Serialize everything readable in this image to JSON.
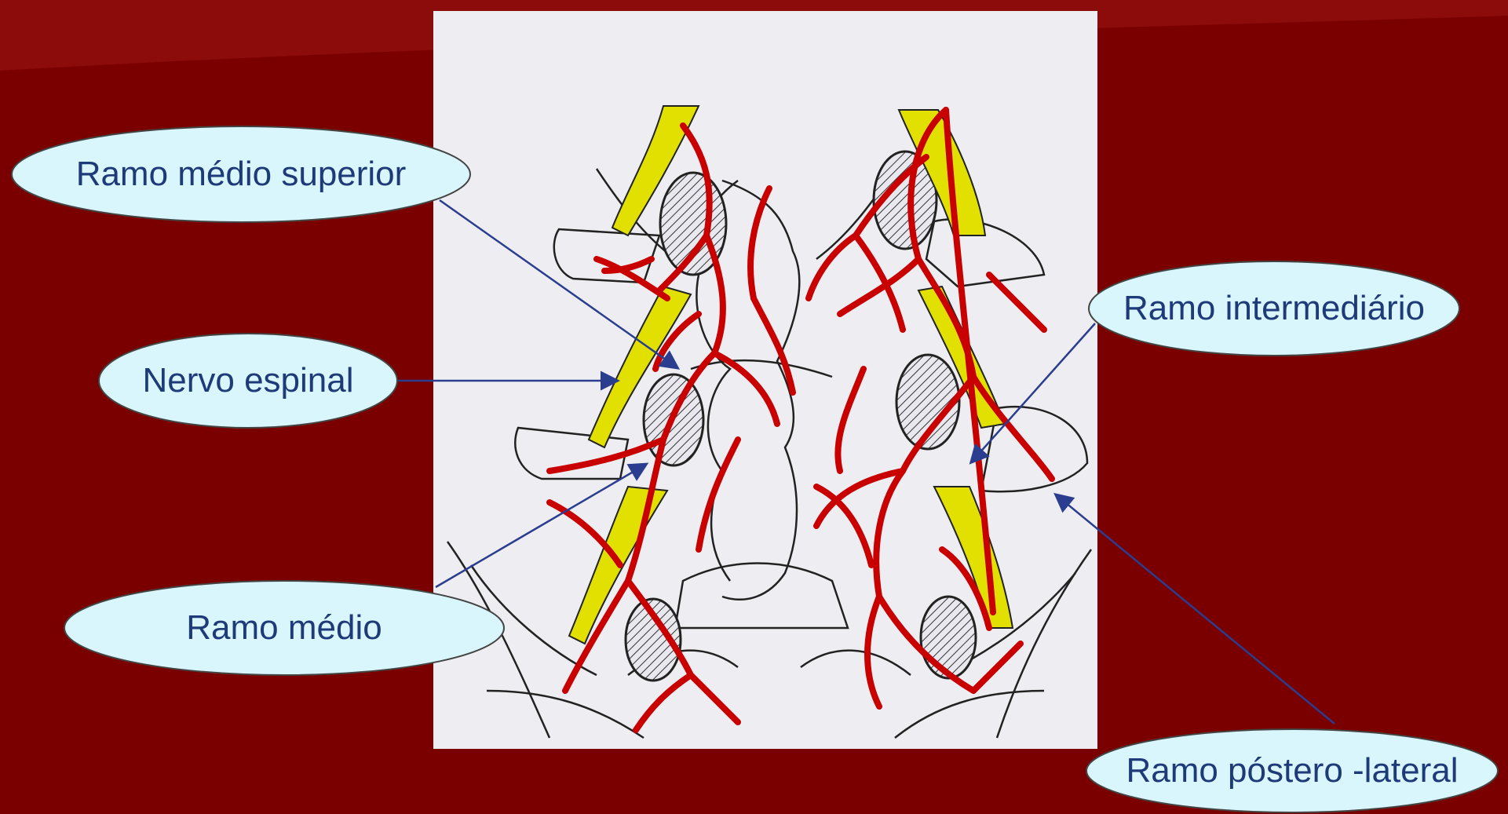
{
  "slide": {
    "background_color": "#7a0000",
    "panel_color": "#eeeef2",
    "label_fill": "#d8f6fb",
    "arrow_color": "#2b3d8f",
    "nerve_color": "#e2e000",
    "vessel_color": "#c80000"
  },
  "labels": {
    "ramo_medio_superior": "Ramo médio superior",
    "nervo_espinal": "Nervo espinal",
    "ramo_medio": "Ramo médio",
    "ramo_intermediario": "Ramo intermediário",
    "ramo_postero_lateral": "Ramo póstero -lateral"
  }
}
